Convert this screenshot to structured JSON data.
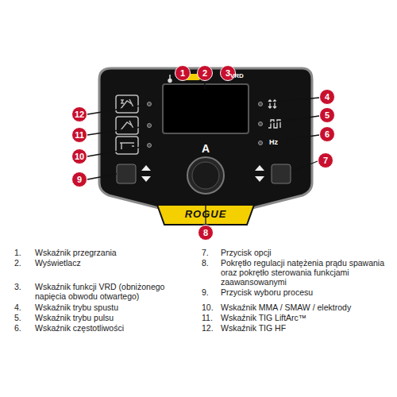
{
  "diagram": {
    "nodes": [
      {
        "text": [
          "1"
        ]
      },
      {
        "text": [
          "2"
        ]
      },
      {
        "text": [
          "3"
        ]
      },
      {
        "text": [
          "4"
        ]
      },
      {
        "text": [
          "5"
        ]
      },
      {
        "text": [
          "6"
        ]
      },
      {
        "text": [
          "7"
        ]
      },
      {
        "text": [
          "8"
        ]
      },
      {
        "text": [
          "9"
        ]
      },
      {
        "text": [
          "10"
        ]
      },
      {
        "text": [
          "11"
        ]
      },
      {
        "text": [
          "12"
        ]
      }
    ],
    "labels": [
      "VRD",
      "Hz",
      "A",
      "ROGUE",
      "1.",
      "Wskaźnik przegrzania",
      "2.",
      "Wyświetlacz",
      "3.",
      "Wskaźnik funkcji VRD (obniżonego napięcia obwodu otwartego)",
      "4.",
      "Wskaźnik trybu spustu",
      "5.",
      "Wskaźnik trybu pulsu",
      "6.",
      "Wskaźnik częstotliwości",
      "7.",
      "Przycisk opcji",
      "8.",
      "Pokrętło regulacji natężenia prądu spawania oraz pokrętło sterowania funkcjami zaawansowanymi",
      "9.",
      "Przycisk wyboru procesu",
      "10.",
      "Wskaźnik MMA / SMAW / elektrody",
      "11.",
      "Wskaźnik TIG LiftArc™",
      "12.",
      "Wskaźnik TIG HF"
    ]
  }
}
